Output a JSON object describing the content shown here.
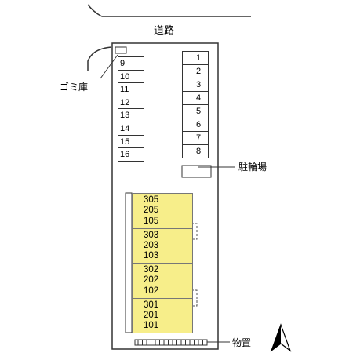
{
  "labels": {
    "road": "道路",
    "garbage": "ゴミ庫",
    "bicycle_parking": "駐輪場",
    "storage": "物置"
  },
  "parking_left": [
    "9",
    "10",
    "11",
    "12",
    "13",
    "14",
    "15",
    "16"
  ],
  "parking_right": [
    "1",
    "2",
    "3",
    "4",
    "5",
    "6",
    "7",
    "8"
  ],
  "building_units": [
    [
      "305",
      "205",
      "105"
    ],
    [
      "303",
      "203",
      "103"
    ],
    [
      "302",
      "202",
      "102"
    ],
    [
      "301",
      "201",
      "101"
    ]
  ],
  "colors": {
    "building_fill": "#f7ee8a",
    "line": "#333333"
  },
  "icons": [
    "north-arrow-icon",
    "stairs-icon"
  ]
}
